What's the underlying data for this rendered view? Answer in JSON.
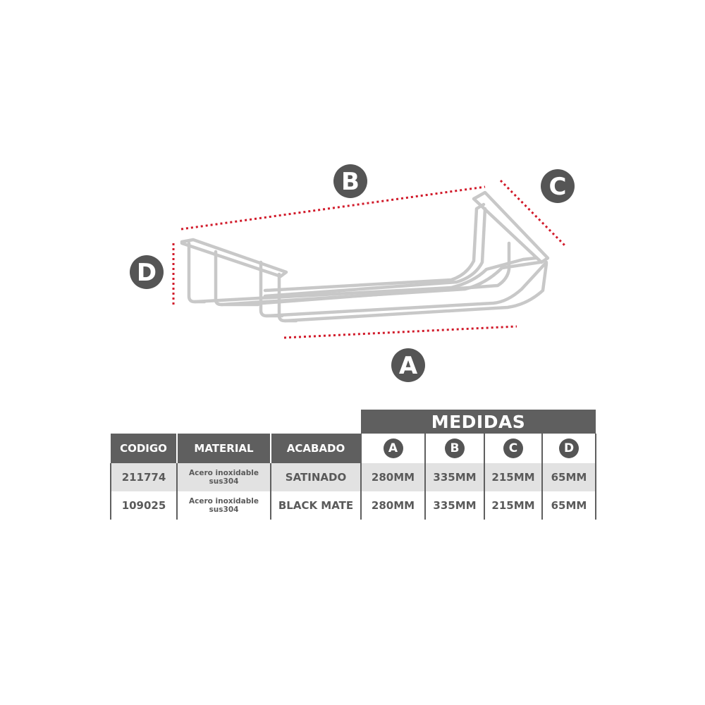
{
  "diagram": {
    "labels": {
      "a": "A",
      "b": "B",
      "c": "C",
      "d": "D"
    },
    "colors": {
      "badge": "#555555",
      "dimension_line": "#d11a2a",
      "product": "#c8c8c8"
    }
  },
  "table": {
    "group_header": "MEDIDAS",
    "headers": [
      "CODIGO",
      "MATERIAL",
      "ACABADO"
    ],
    "measure_headers": [
      "A",
      "B",
      "C",
      "D"
    ],
    "rows": [
      {
        "codigo": "211774",
        "material_line1": "Acero inoxidable",
        "material_line2": "sus304",
        "acabado": "SATINADO",
        "a": "280MM",
        "b": "335MM",
        "c": "215MM",
        "d": "65MM"
      },
      {
        "codigo": "109025",
        "material_line1": "Acero inoxidable",
        "material_line2": "sus304",
        "acabado": "BLACK MATE",
        "a": "280MM",
        "b": "335MM",
        "c": "215MM",
        "d": "65MM"
      }
    ],
    "colors": {
      "header": "#5f5f5f",
      "row_shade": "#e2e2e2",
      "text": "#5a5a5a"
    }
  }
}
